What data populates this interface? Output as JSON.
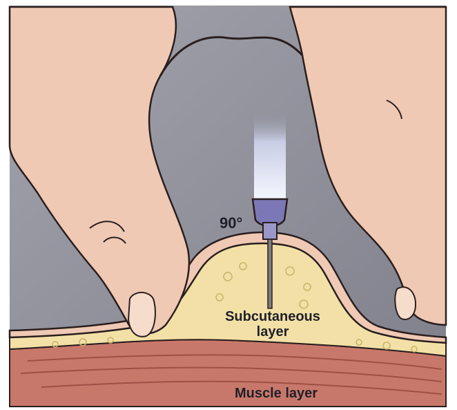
{
  "labels": {
    "angle": "90°",
    "subcutaneous_line1": "Subcutaneous",
    "subcutaneous_line2": "layer",
    "muscle": "Muscle layer"
  },
  "colors": {
    "background": "#8d8e99",
    "skin": "#efc9b4",
    "skin_shade": "#e3ad98",
    "fat": "#f2e0a6",
    "muscle": "#c8786a",
    "syringe_barrel": "#dfe3f5",
    "hub": "#7c78b8",
    "needle": "#7d7d80",
    "outline": "#2a1e1e"
  }
}
